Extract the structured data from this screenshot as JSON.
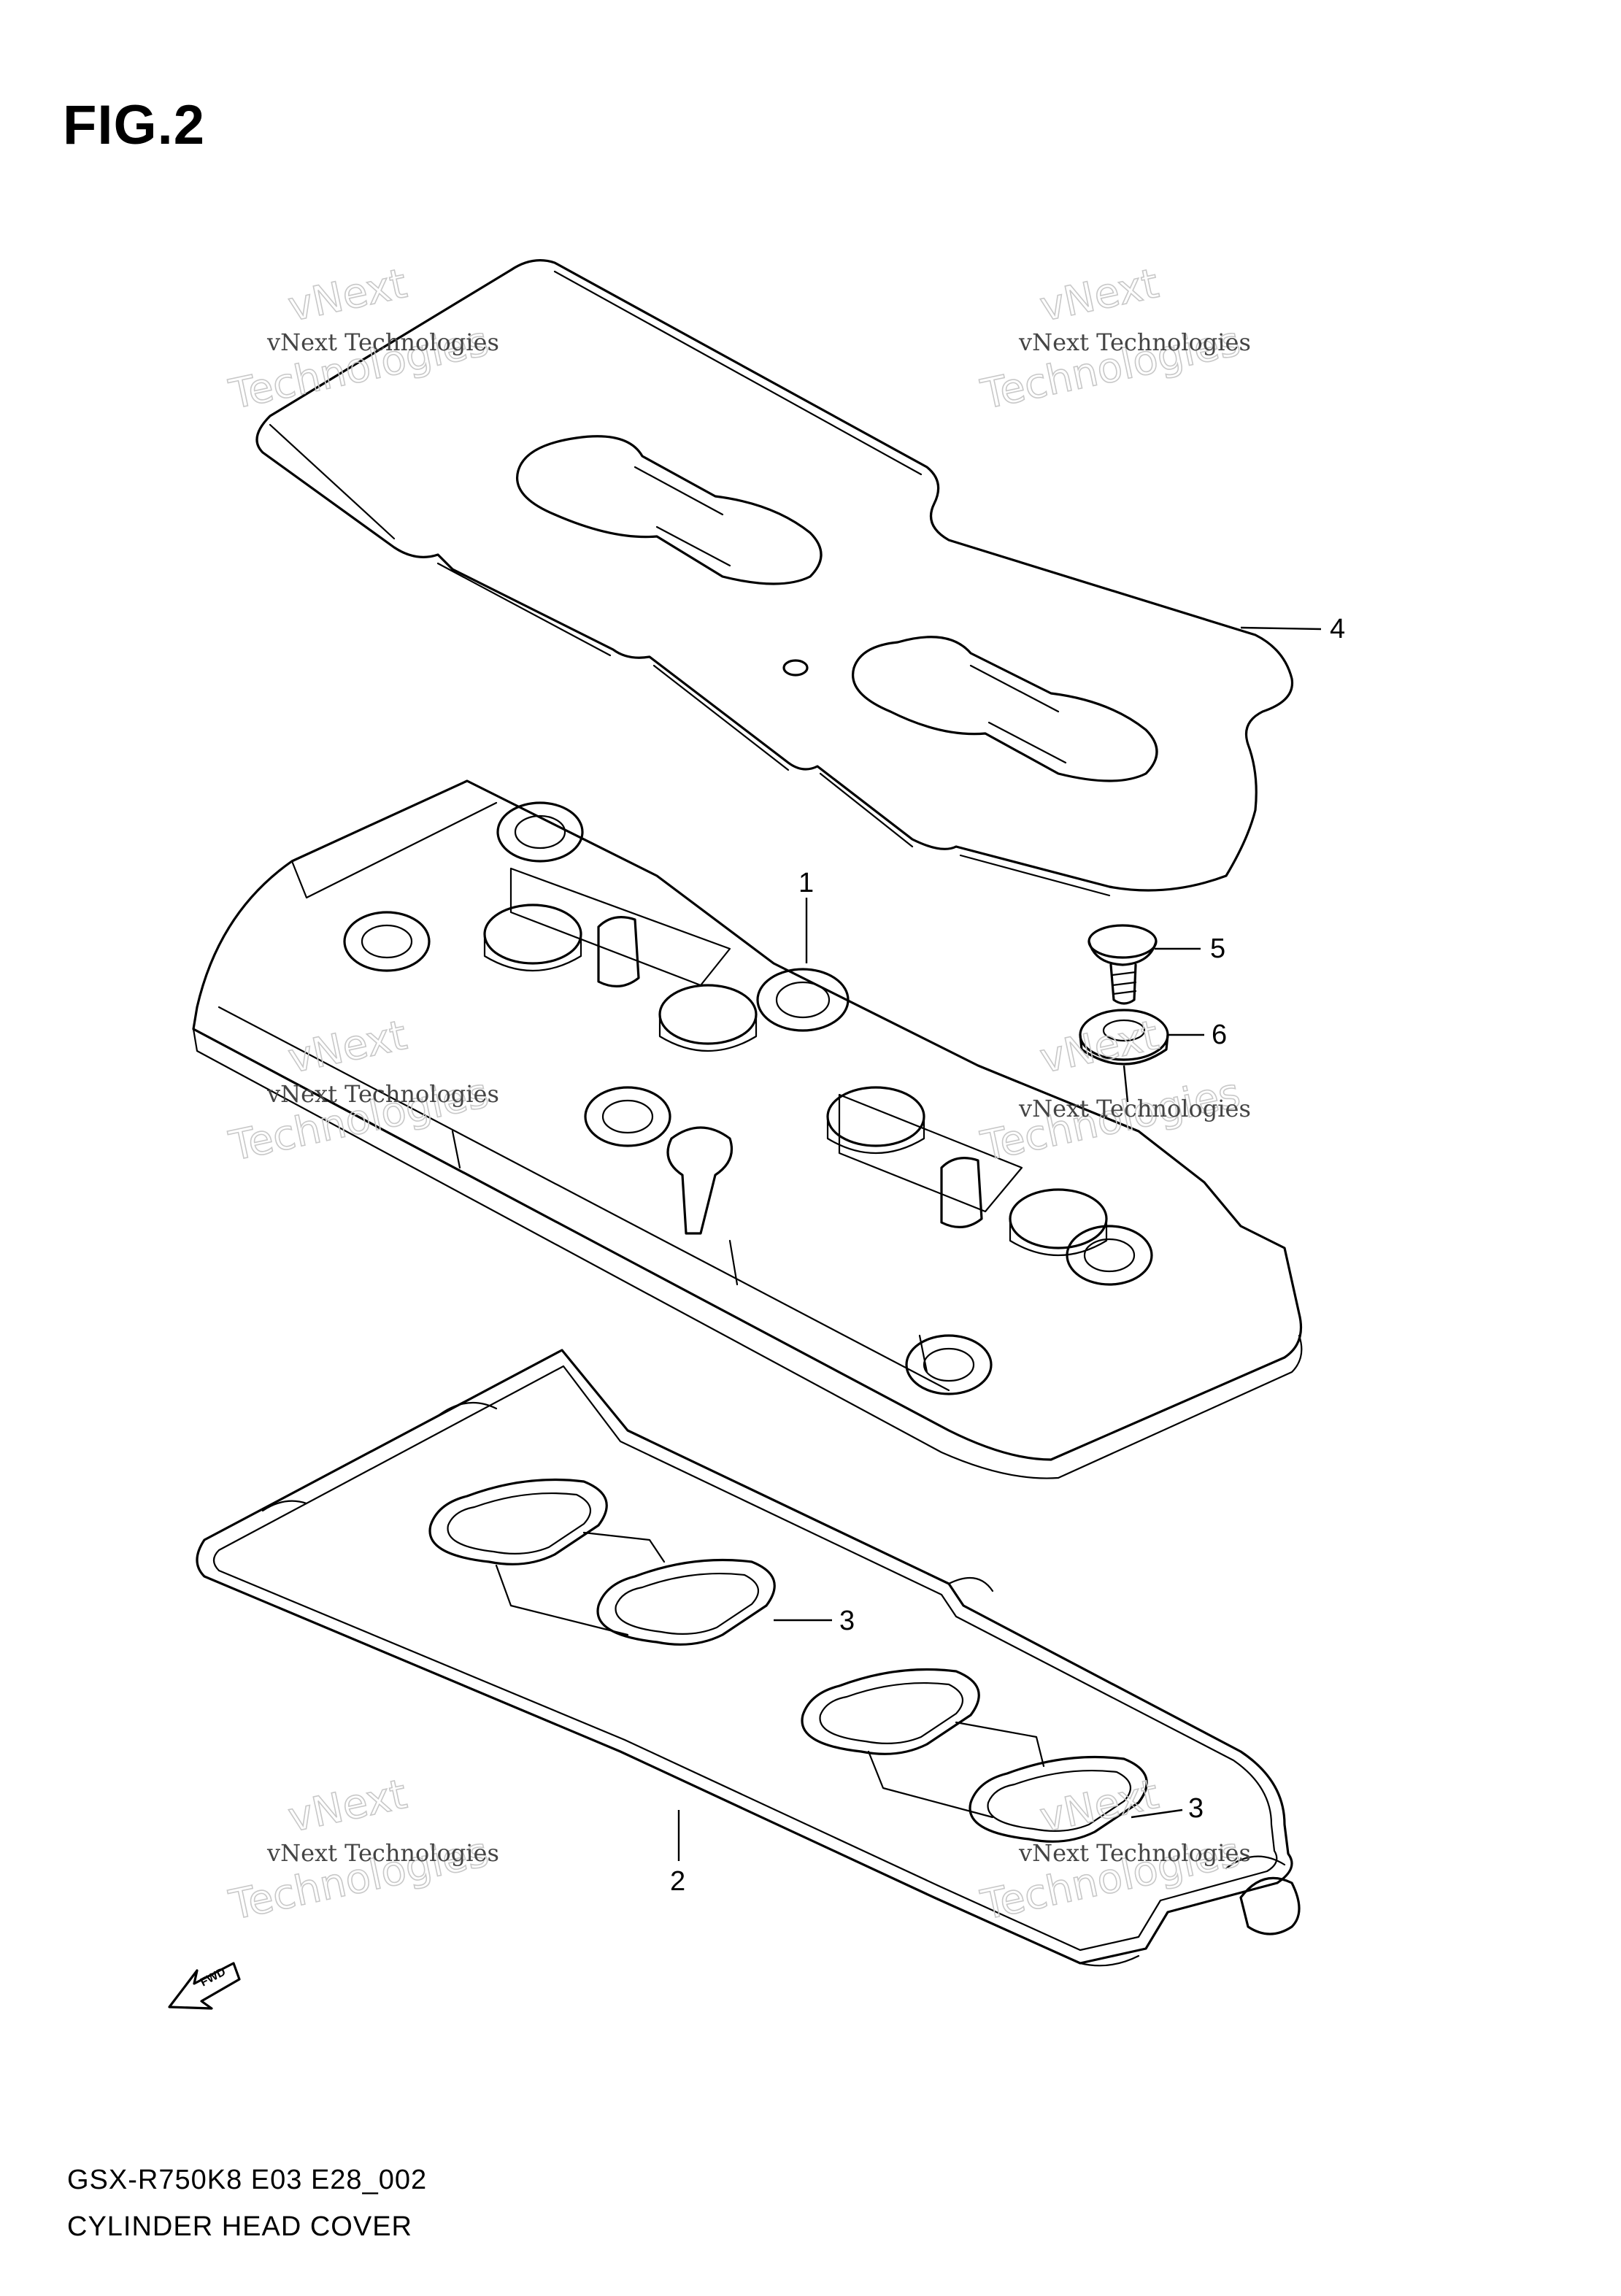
{
  "figure": {
    "title": "FIG.2"
  },
  "callouts": [
    {
      "id": "1",
      "label": "1"
    },
    {
      "id": "2",
      "label": "2"
    },
    {
      "id": "3a",
      "label": "3"
    },
    {
      "id": "3b",
      "label": "3"
    },
    {
      "id": "4",
      "label": "4"
    },
    {
      "id": "5",
      "label": "5"
    },
    {
      "id": "6",
      "label": "6"
    }
  ],
  "direction_marker": {
    "label": "FWD"
  },
  "watermark": {
    "line1": "vNext Technologies",
    "line2": "vNext",
    "line3": "Technologies"
  },
  "footer": {
    "code": "GSX-R750K8 E03 E28_002",
    "name": "CYLINDER HEAD COVER"
  }
}
